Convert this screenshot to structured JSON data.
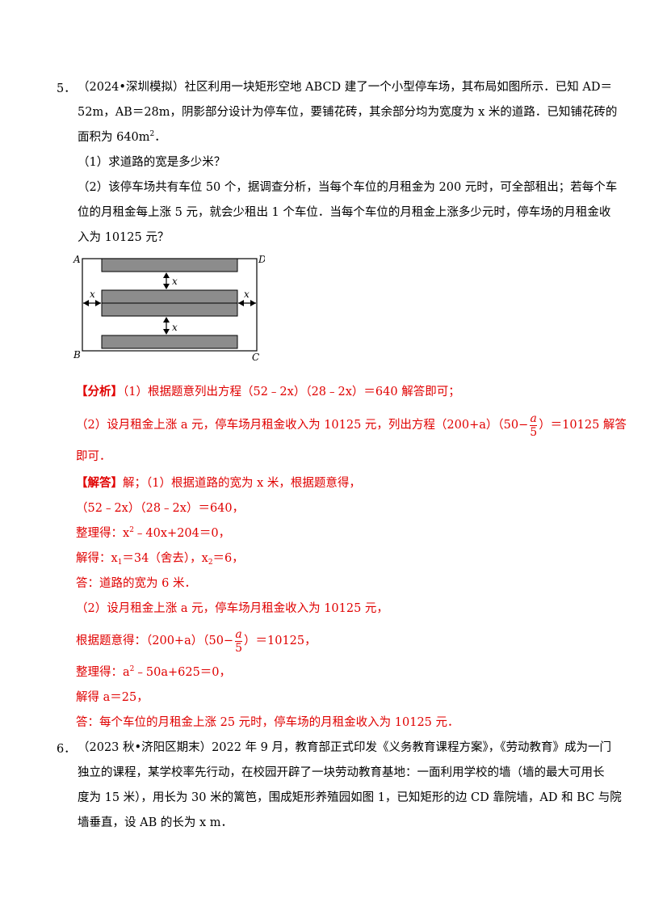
{
  "q5": {
    "number": "5．",
    "line1": "（2024•深圳模拟）社区利用一块矩形空地 ABCD 建了一个小型停车场，其布局如图所示．已知 AD＝",
    "line2": "52m，AB＝28m，阴影部分设计为停车位，要铺花砖，其余部分均为宽度为 x 米的道路．已知铺花砖的",
    "line3_a": "面积为 640m",
    "line3_sup": "2",
    "line3_b": "．",
    "sub1": "（1）求道路的宽是多少米？",
    "sub2_line1": "（2）该停车场共有车位 50 个，据调查分析，当每个车位的月租金为 200 元时，可全部租出；若每个车",
    "sub2_line2": "位的月租金每上涨 5 元，就会少租出 1 个车位．当每个车位的月租金上涨多少元时，停车场的月租金收",
    "sub2_line3": "入为 10125 元？",
    "figure": {
      "label_A": "A",
      "label_B": "B",
      "label_C": "C",
      "label_D": "D",
      "label_x_top": "x",
      "label_x_left": "x",
      "label_x_right": "x",
      "label_x_bottom": "x"
    },
    "analysis_tag": "【分析】",
    "analysis1": "（1）根据题意列出方程（52﹣2x）（28﹣2x）＝640 解答即可；",
    "analysis2_a": "（2）设月租金上涨 a 元，停车场月租金收入为 10125 元，列出方程（200+a）（50−",
    "analysis2_num": "a",
    "analysis2_den": "5",
    "analysis2_b": "）＝10125 解答",
    "analysis2_line2": "即可．",
    "answer_tag": "【解答】",
    "answer1": "解；（1）根据道路的宽为 x 米，根据题意得，",
    "eq1": "（52﹣2x）（28﹣2x）＝640，",
    "simp1_a": "整理得：x",
    "simp1_sup": "2",
    "simp1_b": "﹣40x+204＝0，",
    "solve1_a": "解得：x",
    "solve1_sub1": "1",
    "solve1_b": "＝34（舍去），x",
    "solve1_sub2": "2",
    "solve1_c": "＝6，",
    "ans1": "答：道路的宽为 6 米．",
    "part2": "（2）设月租金上涨 a 元，停车场月租金收入为 10125 元，",
    "eq2_a": "根据题意得：（200+a）（50−",
    "eq2_num": "a",
    "eq2_den": "5",
    "eq2_b": "）＝10125，",
    "simp2_a": "整理得：a",
    "simp2_sup": "2",
    "simp2_b": "﹣50a+625＝0，",
    "solve2": "解得 a＝25，",
    "ans2": "答：每个车位的月租金上涨 25 元时，停车场的月租金收入为 10125 元．"
  },
  "q6": {
    "number": "6．",
    "line1": "（2023 秋•济阳区期末）2022 年 9 月，教育部正式印发《义务教育课程方案》，《劳动教育》成为一门",
    "line2": "独立的课程，某学校率先行动，在校园开辟了一块劳动教育基地：一面利用学校的墙（墙的最大可用长",
    "line3": "度为 15 米），用长为 30 米的篱笆，围成矩形养殖园如图 1，已知矩形的边 CD 靠院墙，AD 和 BC 与院",
    "line4": "墙垂直，设 AB 的长为 x m．"
  },
  "colors": {
    "answer_red": "#e00000",
    "parking_fill": "#8c8c8c"
  }
}
